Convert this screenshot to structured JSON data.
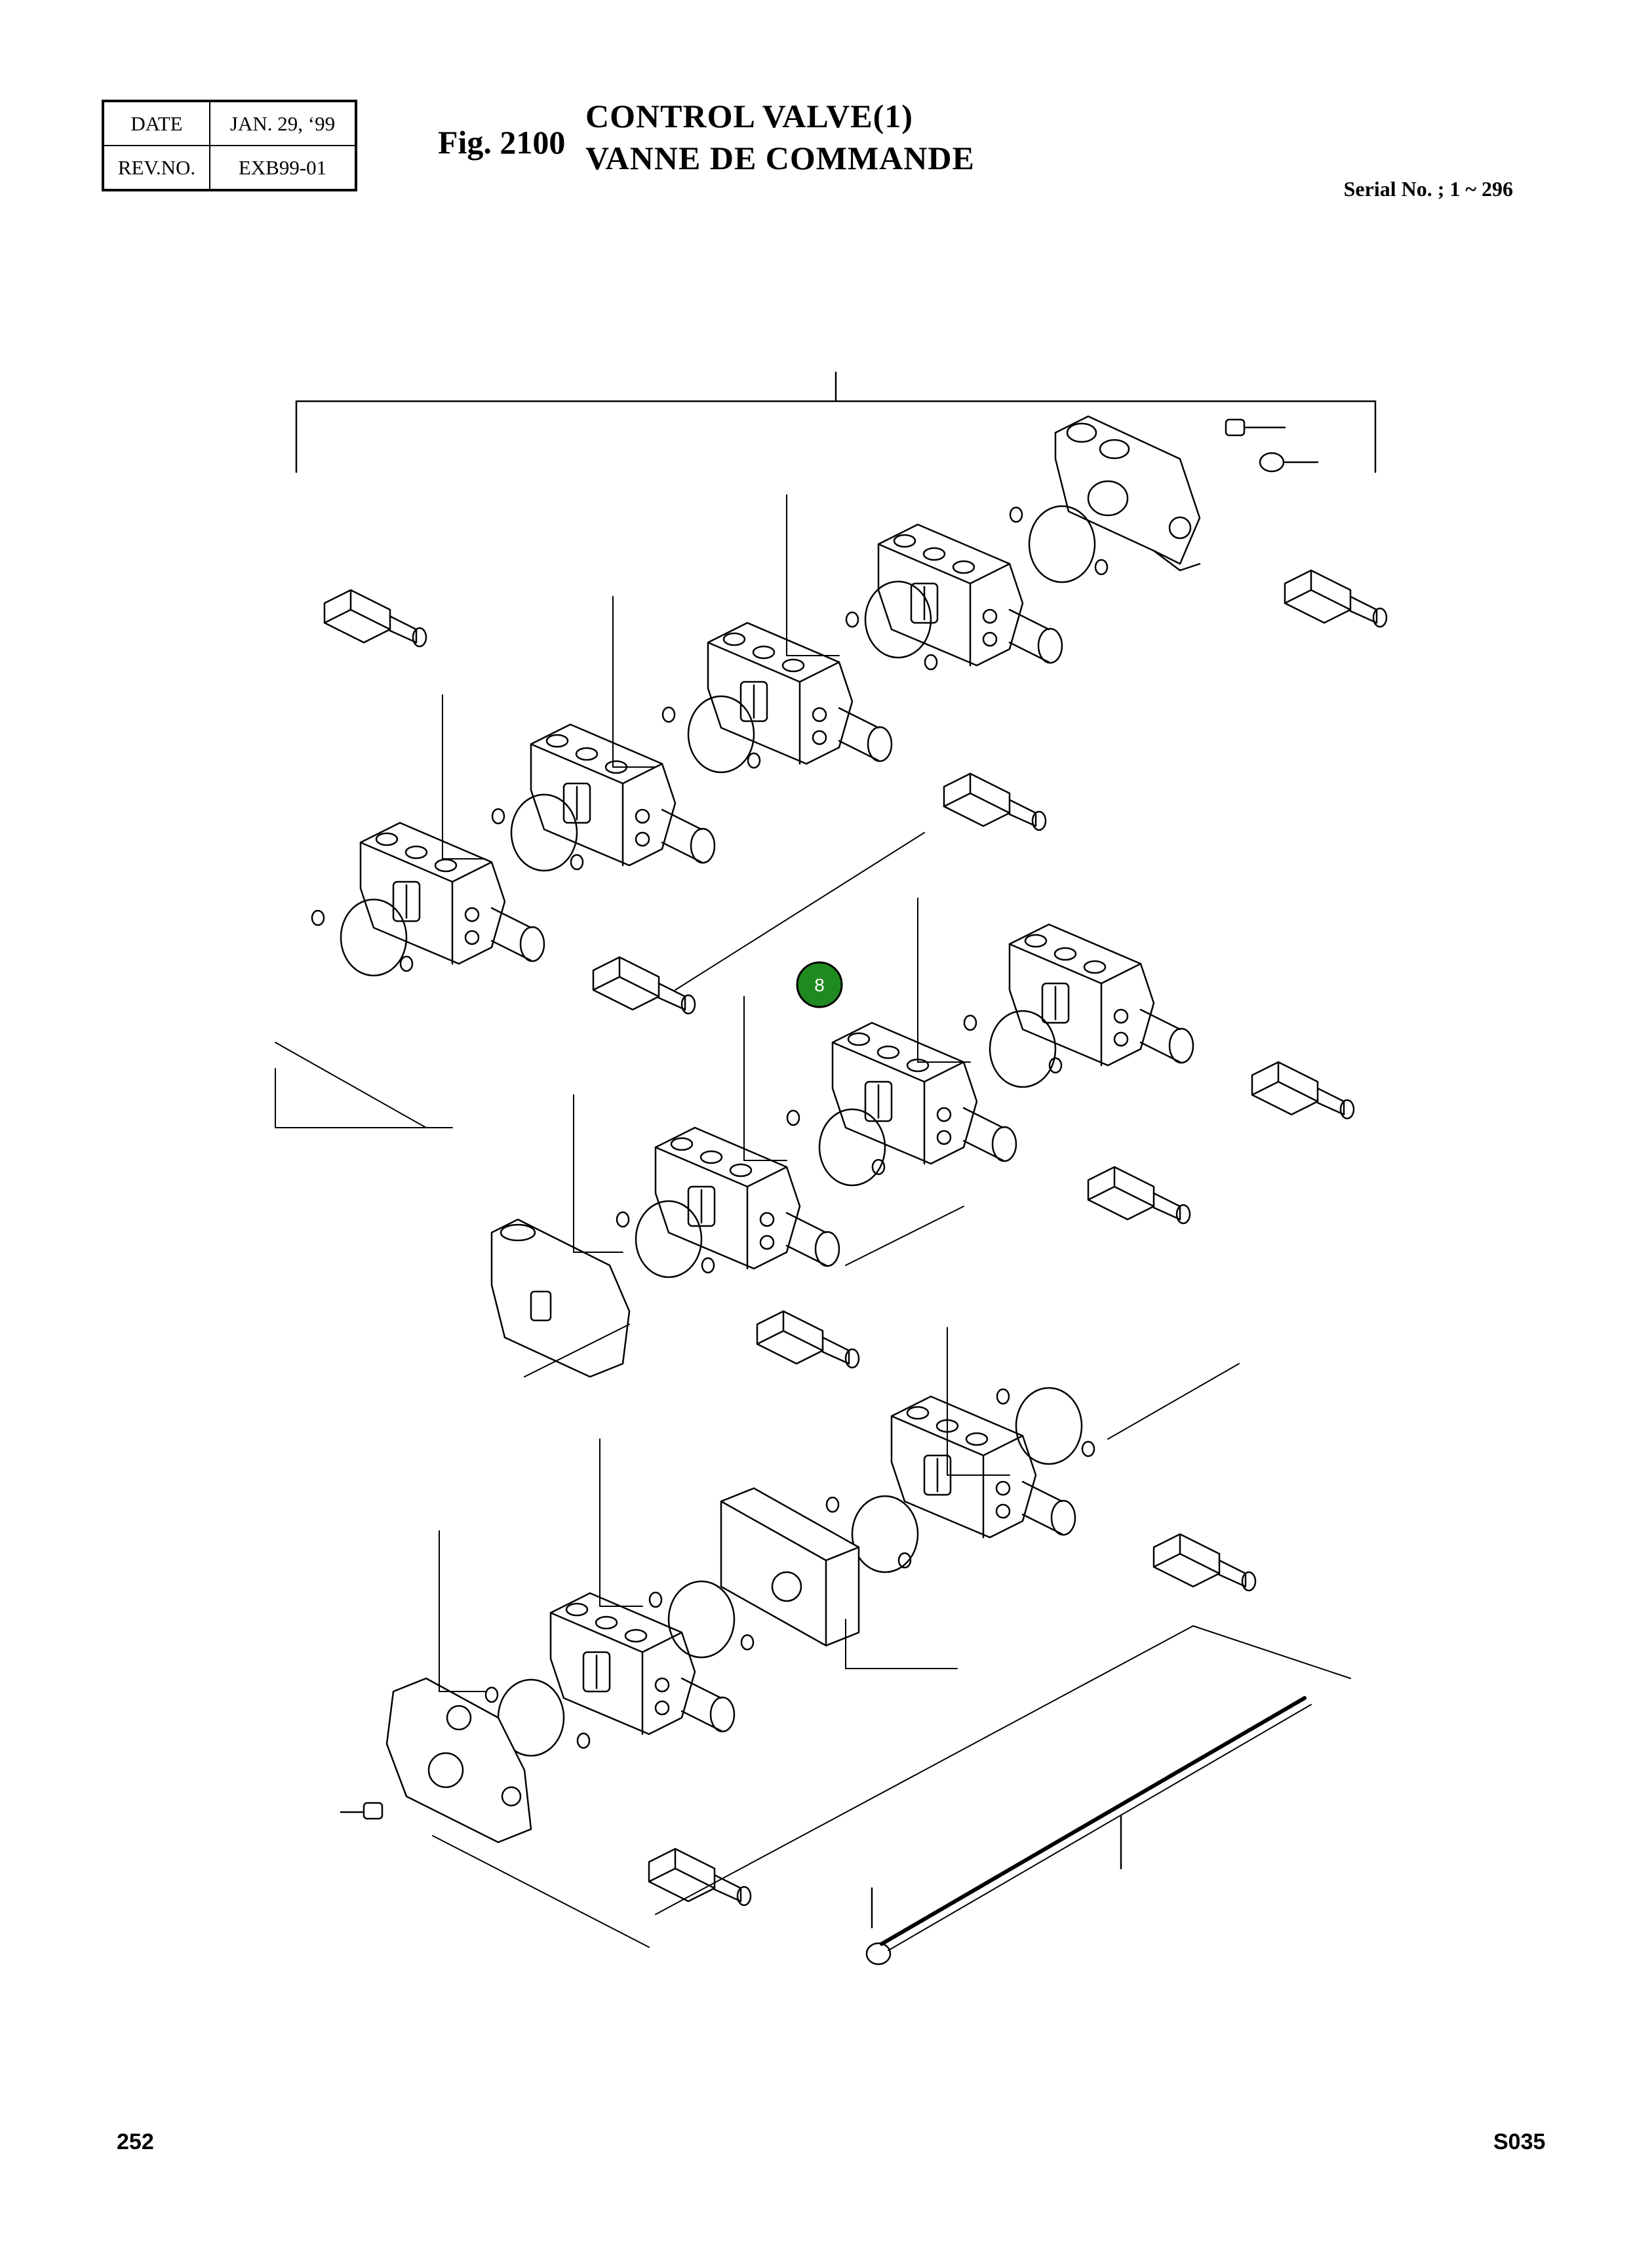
{
  "header": {
    "date_label": "DATE",
    "date_value": "JAN. 29, ‘99",
    "rev_label": "REV.NO.",
    "rev_value": "EXB99-01"
  },
  "figure": {
    "number": "Fig. 2100",
    "title_en": "CONTROL VALVE(1)",
    "title_fr": "VANNE DE COMMANDE",
    "serial": "Serial No. ; 1 ~ 296"
  },
  "callouts": [
    {
      "label": "8",
      "color": "#1f8a1f"
    }
  ],
  "footer": {
    "page": "252",
    "code": "S035"
  }
}
